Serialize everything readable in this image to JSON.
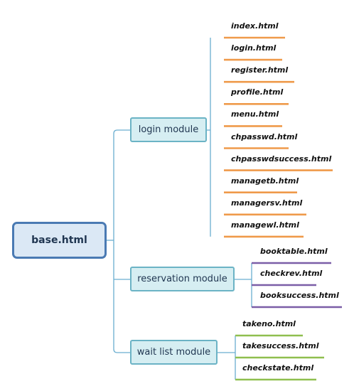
{
  "root": {
    "label": "base.html"
  },
  "modules": [
    {
      "label": "login module",
      "accent": "#ef9a4a",
      "leaves": [
        "index.html",
        "login.html",
        "register.html",
        "profile.html",
        "menu.html",
        "chpasswd.html",
        "chpasswdsuccess.html",
        "managetb.html",
        "managersv.html",
        "managewl.html"
      ]
    },
    {
      "label": "reservation module",
      "accent": "#7b5ea7",
      "leaves": [
        "booktable.html",
        "checkrev.html",
        "booksuccess.html"
      ]
    },
    {
      "label": "wait list module",
      "accent": "#8fbf4f",
      "leaves": [
        "takeno.html",
        "takesuccess.html",
        "checkstate.html"
      ]
    }
  ],
  "colors": {
    "connector": "#6aaed0"
  }
}
